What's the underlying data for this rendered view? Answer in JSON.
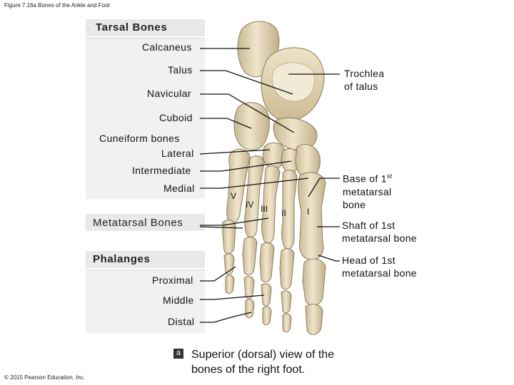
{
  "figure_title": "Figure 7.16a Bones of the Ankle and Foot",
  "left_labels": {
    "tarsal_header": "Tarsal Bones",
    "calcaneus": "Calcaneus",
    "talus": "Talus",
    "navicular": "Navicular",
    "cuboid": "Cuboid",
    "cuneiform_header": "Cuneiform bones",
    "lateral": "Lateral",
    "intermediate": "Intermediate",
    "medial": "Medial",
    "metatarsal_header": "Metatarsal Bones",
    "phalanges_header": "Phalanges",
    "proximal": "Proximal",
    "middle": "Middle",
    "distal": "Distal"
  },
  "right_labels": {
    "trochlea_line1": "Trochlea",
    "trochlea_line2": "of talus",
    "base_line1": "Base of 1",
    "base_sup": "st",
    "base_line2": "metatarsal",
    "base_line3": "bone",
    "shaft_line1": "Shaft of 1st",
    "shaft_line2": "metatarsal bone",
    "head_line1": "Head of 1st",
    "head_line2": "metatarsal bone"
  },
  "metatarsal_numerals": [
    "V",
    "IV",
    "III",
    "II",
    "I"
  ],
  "panel_letter": "a",
  "caption_line1": "Superior (dorsal) view of the",
  "caption_line2": "bones of the right foot.",
  "copyright": "© 2015 Pearson Education, Inc.",
  "colors": {
    "bone": "#ecdfc3",
    "bone_shadow": "#b8a784",
    "bone_outline": "#8a7a5c",
    "panel": "#f1f1f1",
    "leader": "#111111"
  }
}
